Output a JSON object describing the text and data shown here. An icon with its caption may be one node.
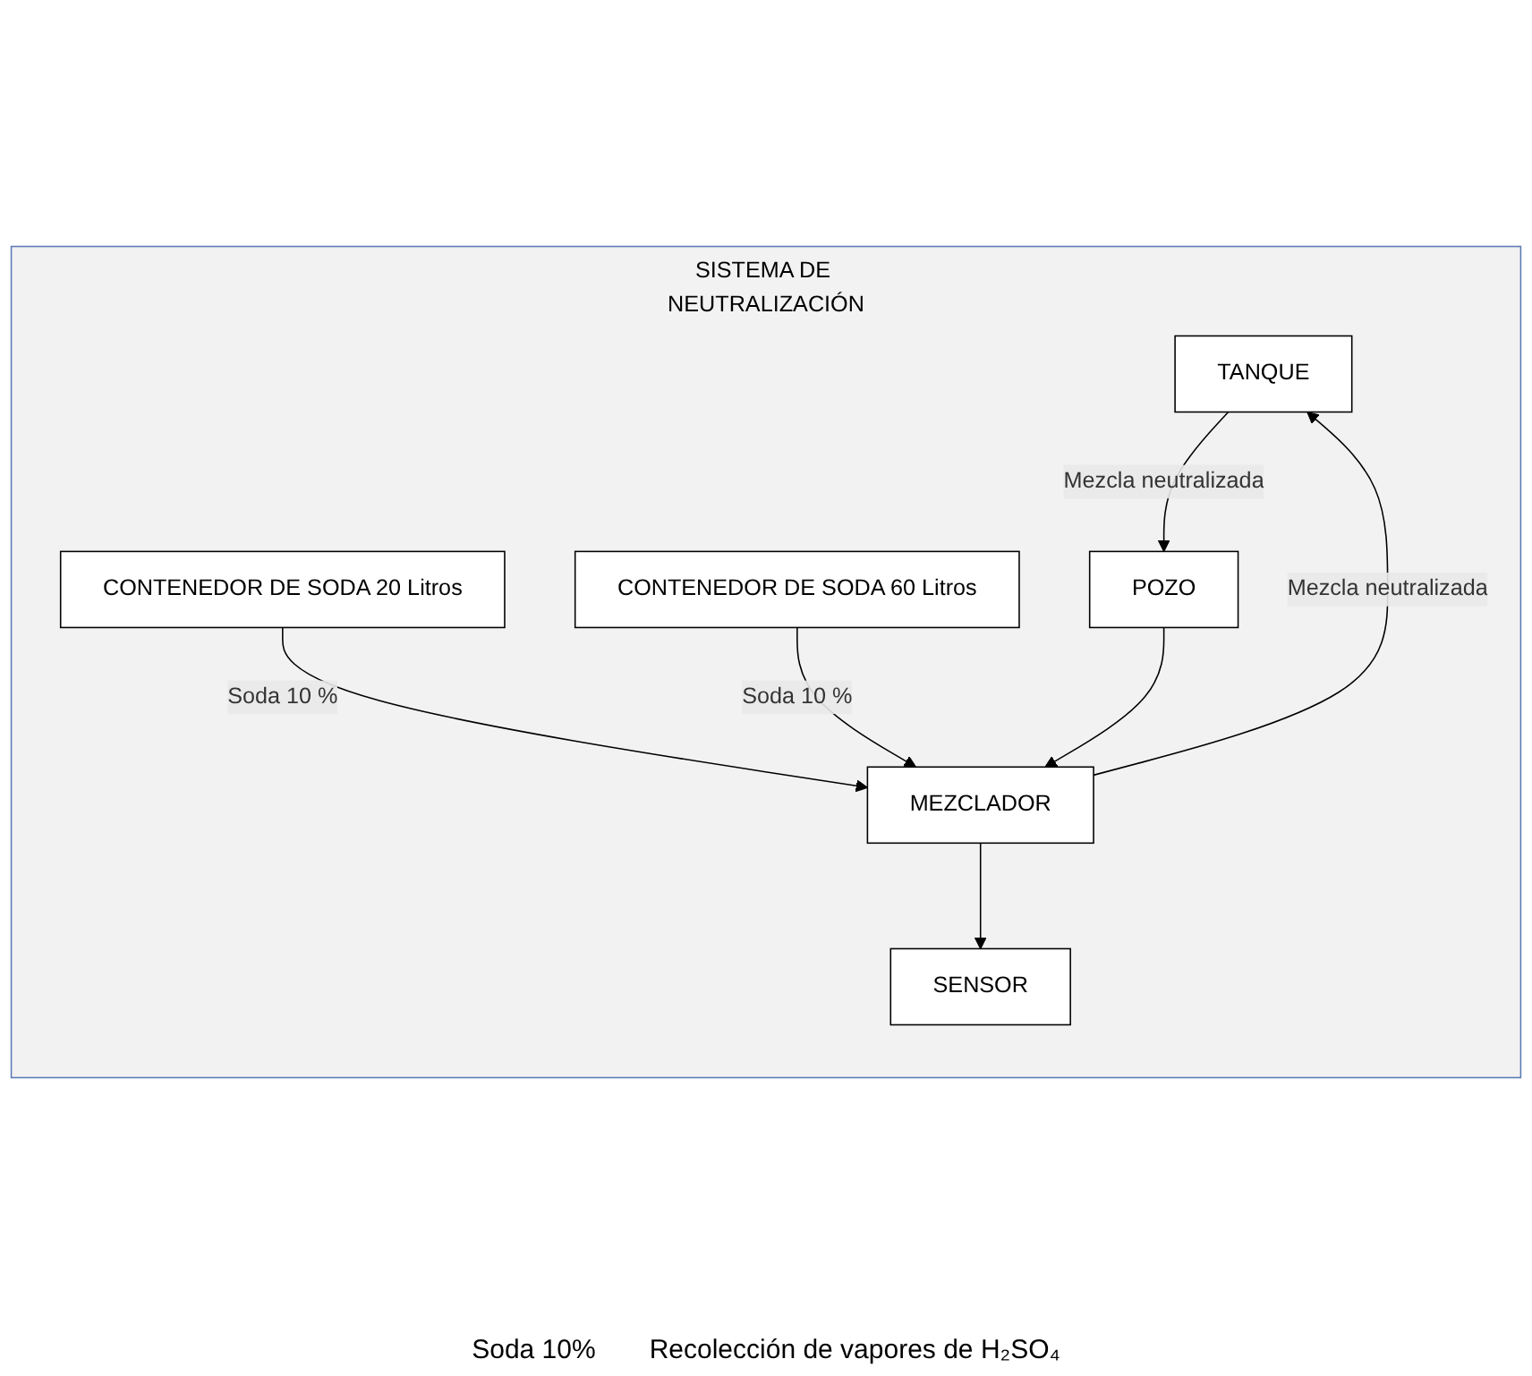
{
  "diagram": {
    "nodes": [
      {
        "text": [
          "SISTEMA DE NEUTRALIZACIÓN"
        ]
      },
      {
        "text": [
          "TANQUE"
        ],
        "in": 0
      },
      {
        "text": [
          "MEZCLADOR"
        ],
        "in": 0
      },
      {
        "text": [
          "SENSOR"
        ],
        "in": 0
      },
      {
        "text": [
          "CONTENEDOR DE SODA 20 Litros"
        ],
        "in": 0
      },
      {
        "text": [
          "CONTENEDOR DE SODA 60 Litros"
        ],
        "in": 0
      },
      {
        "text": [
          "POZO"
        ],
        "in": 0
      }
    ],
    "edges": [
      {
        "from": 2,
        "to": 1,
        "arrow": "to",
        "label": "Mezcla neutralizada"
      },
      {
        "from": 1,
        "to": 6,
        "arrow": "to",
        "label": "Mezcla neutralizada"
      },
      {
        "from": 4,
        "to": 2,
        "arrow": "to",
        "label": "Soda 10 %"
      },
      {
        "from": 5,
        "to": 2,
        "arrow": "to",
        "label": "Soda 10 %"
      },
      {
        "from": 2,
        "to": 3,
        "arrow": "to"
      },
      {
        "from": 6,
        "to": 2,
        "arrow": "to"
      }
    ],
    "labels": [
      "Soda 10%",
      "Recolección de vapores de H₂SO₄"
    ]
  }
}
